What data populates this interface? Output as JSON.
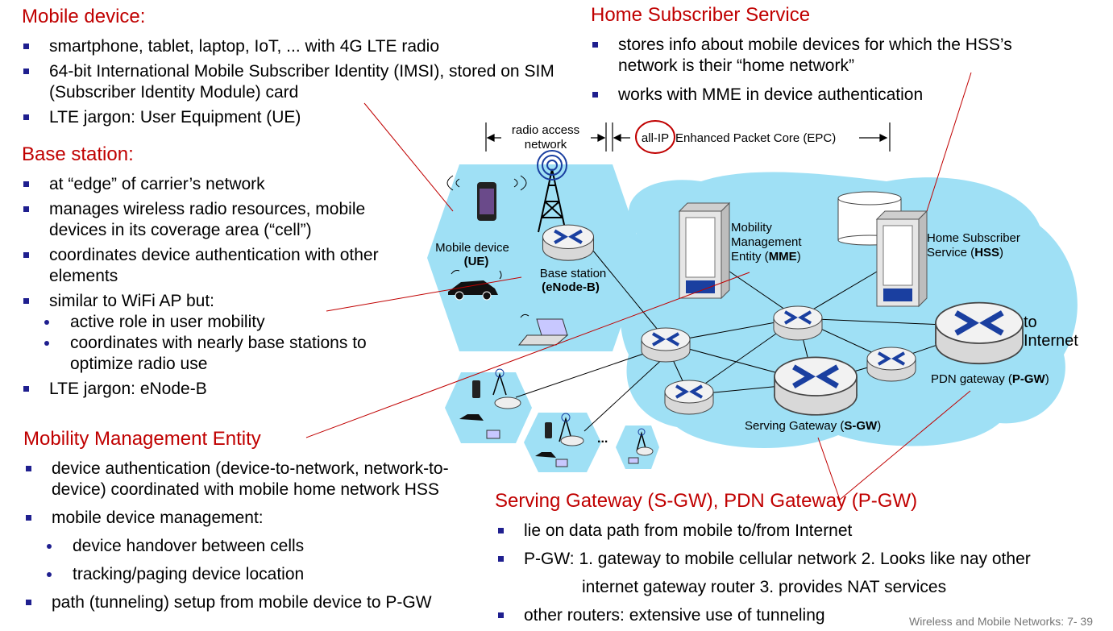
{
  "mobile_device": {
    "heading": "Mobile device:",
    "bullets": [
      "smartphone, tablet, laptop, IoT, ... with 4G LTE radio",
      "64-bit International Mobile Subscriber Identity (IMSI), stored on SIM (Subscriber Identity Module) card",
      "LTE jargon: User Equipment (UE)"
    ]
  },
  "base_station": {
    "heading": "Base station:",
    "bullets": [
      "at “edge” of carrier’s network",
      "manages wireless radio resources, mobile devices in its coverage area (“cell”)",
      "coordinates device authentication with other elements",
      "similar to WiFi AP but:"
    ],
    "sub_bullets": [
      "active role in user mobility",
      "coordinates with nearly base stations to optimize radio use"
    ],
    "last_bullet": "LTE jargon: eNode-B"
  },
  "mme": {
    "heading": "Mobility Management Entity",
    "bullets": [
      "device authentication (device-to-network, network-to-device) coordinated with mobile home network HSS",
      "mobile device management:"
    ],
    "sub_bullets": [
      "device handover between cells",
      "tracking/paging device location"
    ],
    "last_bullet": "path (tunneling) setup from mobile device to P-GW"
  },
  "hss": {
    "heading": "Home Subscriber Service",
    "bullets": [
      "stores info about mobile devices for which the HSS’s network is their “home network”",
      "works with MME in device authentication"
    ]
  },
  "gateways": {
    "heading": "Serving Gateway (S-GW), PDN Gateway (P-GW)",
    "bullets": [
      "lie on data path from mobile to/from Internet",
      "P-GW: 1. gateway to mobile cellular network 2. Looks like nay other",
      "other routers: extensive use of tunneling"
    ],
    "continuation": "internet gateway router 3. provides NAT services"
  },
  "diagram": {
    "ran_label_1": "radio access",
    "ran_label_2": "network",
    "all_ip": "all-IP",
    "epc_label": "Enhanced Packet Core (EPC)",
    "mobile_device_1": "Mobile device",
    "mobile_device_2": "(UE)",
    "base_station_1": "Base station",
    "base_station_2": "(eNode-B)",
    "mme_1": "Mobility",
    "mme_2": "Management",
    "mme_3": "Entity (",
    "mme_3b": "MME",
    "mme_3c": ")",
    "hss_1": "Home Subscriber",
    "hss_2": "Service (",
    "hss_2b": "HSS",
    "hss_2c": ")",
    "to_1": "to",
    "to_2": "Internet",
    "pgw_1": "PDN gateway (",
    "pgw_1b": "P-GW",
    "pgw_1c": ")",
    "sgw_1": "Serving Gateway (",
    "sgw_1b": "S-GW",
    "sgw_1c": ")",
    "ellipsis": "..."
  },
  "colors": {
    "heading": "#c00000",
    "cloud": "#9fe0f5",
    "bullet": "#1f1f8f",
    "router_arrow": "#1a3fa0"
  },
  "footer": "Wireless and Mobile Networks: 7- 39"
}
